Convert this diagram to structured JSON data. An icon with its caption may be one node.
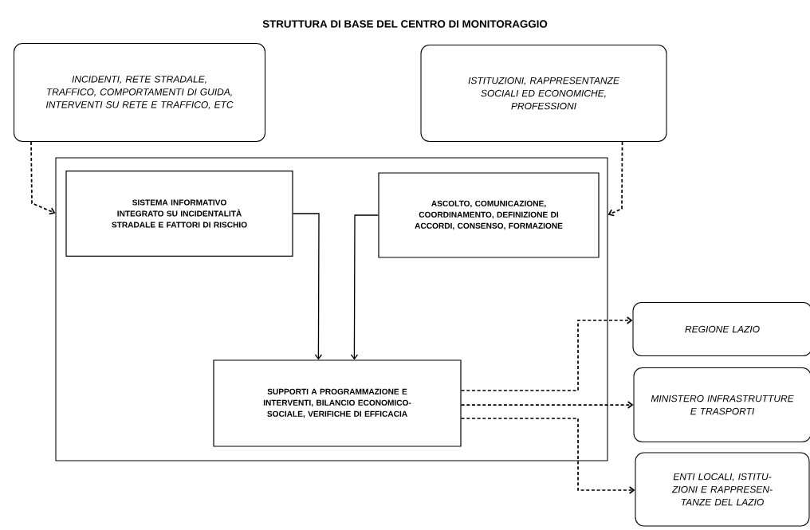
{
  "diagram": {
    "title": "STRUTTURA DI BASE DEL CENTRO DI MONITORAGGIO",
    "nodes": [
      {
        "text": [
          "INCIDENTI, RETE STRADALE, TRAFFICO, COMPORTAMENTI DI GUIDA, INTERVENTI SU RETE E TRAFFICO, ETC"
        ]
      },
      {
        "text": [
          "ISTITUZIONI, RAPPRESENTANZE SOCIALI ED ECONOMICHE, PROFESSIONI"
        ]
      },
      {
        "text": [],
        "shape": "box"
      },
      {
        "text": [
          "SISTEMA INFORMATIVO INTEGRATO SU INCIDENTALITÀ STRADALE E FATTORI DI RISCHIO"
        ],
        "in": 2
      },
      {
        "text": [
          "ASCOLTO, COMUNICAZIONE, COORDINAMENTO, DEFINIZIONE DI ACCORDI, CONSENSO, FORMAZIONE"
        ],
        "in": 2
      },
      {
        "text": [
          "SUPPORTI A PROGRAMMAZIONE E INTERVENTI, BILANCIO ECONOMICO-SOCIALE, VERIFICHE DI EFFICACIA"
        ],
        "in": 2
      },
      {
        "text": [
          "REGIONE LAZIO"
        ]
      },
      {
        "text": [
          "MINISTERO INFRASTRUTTURE E TRASPORTI"
        ]
      },
      {
        "text": [
          "ENTI LOCALI, ISTITU- ZIONI E RAPPRESEN- TANZE DEL LAZIO"
        ]
      }
    ],
    "edges": [
      {
        "from": 0,
        "to": 2,
        "arrow": "to",
        "style": "dashed"
      },
      {
        "from": 1,
        "to": 2,
        "arrow": "to",
        "style": "dashed"
      },
      {
        "from": 3,
        "to": 5,
        "arrow": "to"
      },
      {
        "from": 4,
        "to": 5,
        "arrow": "to"
      },
      {
        "from": 5,
        "to": 6,
        "arrow": "to",
        "style": "dashed"
      },
      {
        "from": 5,
        "to": 7,
        "arrow": "to",
        "style": "dashed"
      },
      {
        "from": 5,
        "to": 8,
        "arrow": "to",
        "style": "dashed"
      }
    ]
  }
}
